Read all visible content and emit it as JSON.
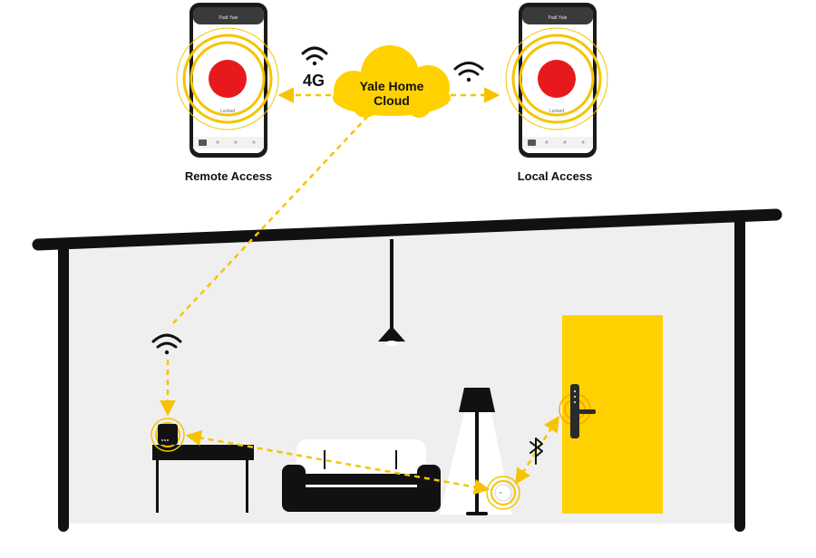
{
  "cloud": {
    "line1": "Yale Home",
    "line2": "Cloud"
  },
  "network": {
    "cellular_label": "4G"
  },
  "phones": {
    "remote": {
      "caption": "Remote Access",
      "app_title": "Padl Yale",
      "status": "Locked"
    },
    "local": {
      "caption": "Local Access",
      "app_title": "Padl Yale",
      "status": "Locked"
    }
  },
  "icons": {
    "wifi": "wifi-icon",
    "bluetooth": "bluetooth-icon",
    "cloud": "cloud-icon",
    "lock_button": "lock-button-icon"
  },
  "colors": {
    "accent_yellow": "#ffd100",
    "lock_red": "#e8191c",
    "outline_black": "#111111",
    "room_grey": "#efefef"
  }
}
